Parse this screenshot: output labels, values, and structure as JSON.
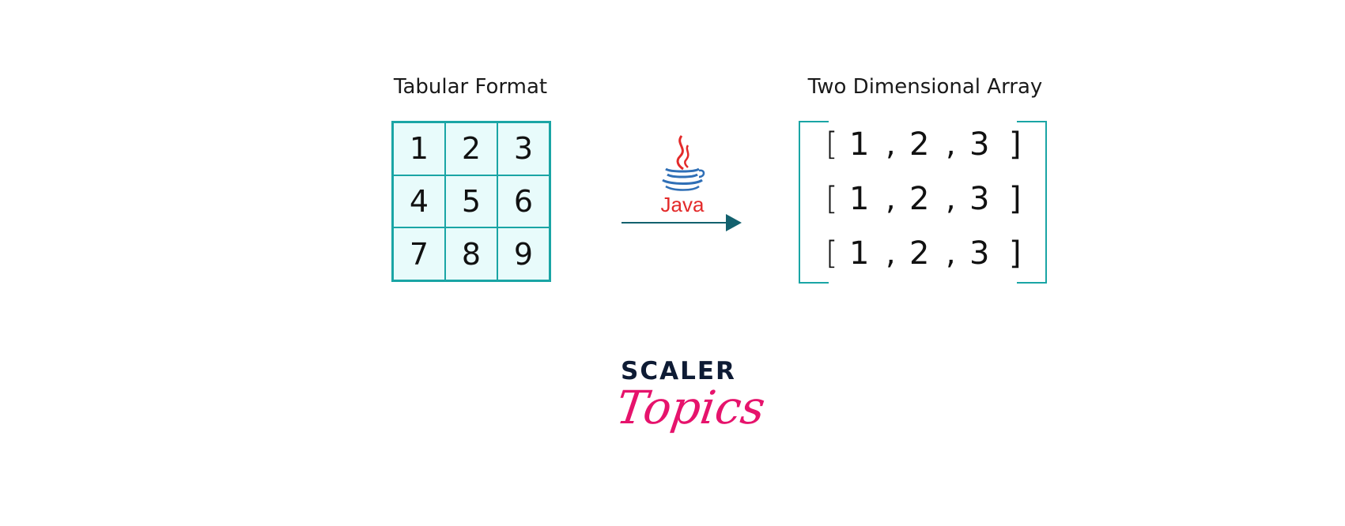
{
  "left_panel": {
    "title": "Tabular Format",
    "cells": [
      "1",
      "2",
      "3",
      "4",
      "5",
      "6",
      "7",
      "8",
      "9"
    ]
  },
  "middle": {
    "logo_text": "Java",
    "logo_icon": "java-coffee-cup-icon"
  },
  "right_panel": {
    "title": "Two Dimensional Array",
    "rows": [
      {
        "open": "[",
        "v1": "1",
        "c1": ",",
        "v2": "2",
        "c2": ",",
        "v3": "3",
        "close": "]"
      },
      {
        "open": "[",
        "v1": "1",
        "c1": ",",
        "v2": "2",
        "c2": ",",
        "v3": "3",
        "close": "]"
      },
      {
        "open": "[",
        "v1": "1",
        "c1": ",",
        "v2": "2",
        "c2": ",",
        "v3": "3",
        "close": "]"
      }
    ]
  },
  "brand": {
    "top": "SCALER",
    "bottom": "Topics"
  },
  "colors": {
    "grid_border": "#1aa5a5",
    "grid_fill": "#e8fbfb",
    "arrow": "#13616e",
    "java_red": "#e32a2a",
    "java_blue": "#2f6fb6",
    "brand_dark": "#0e1b34",
    "brand_pink": "#e6136c"
  }
}
